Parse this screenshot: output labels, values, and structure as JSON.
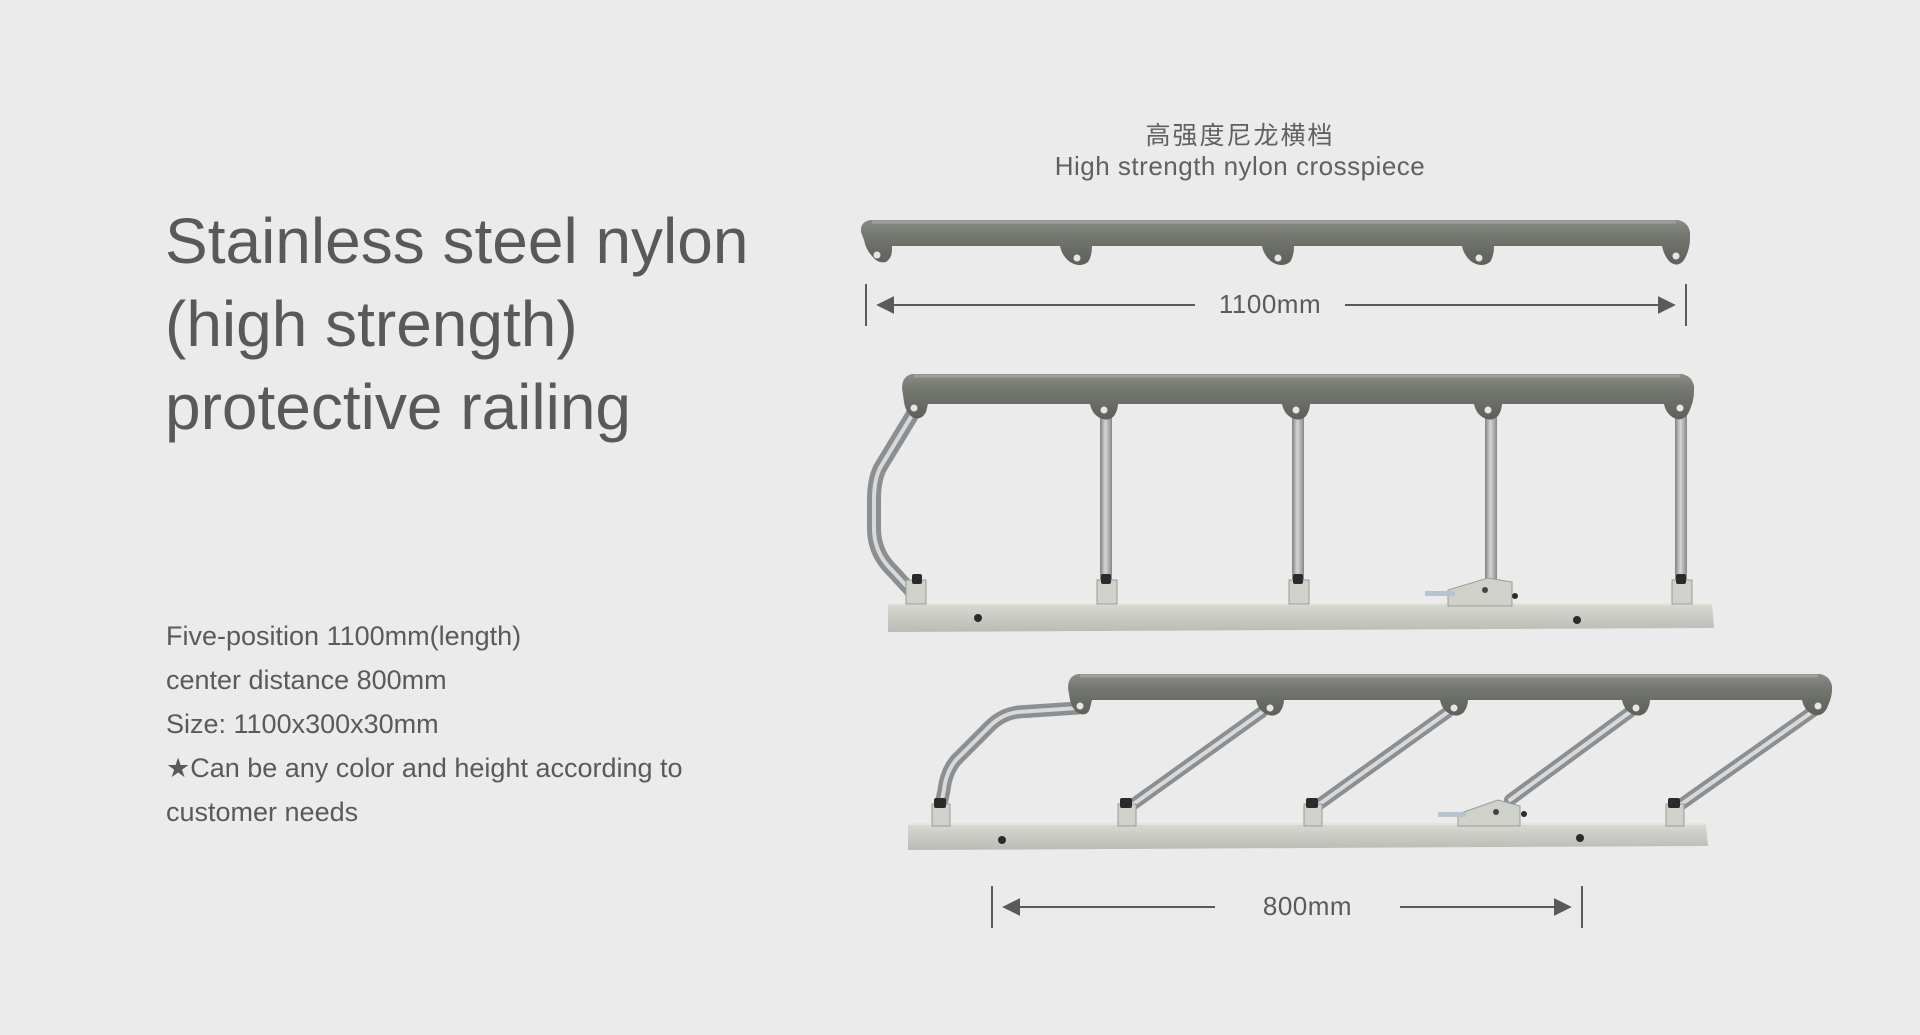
{
  "headline": {
    "line1": "Stainless steel nylon",
    "line2": "(high strength)",
    "line3": "protective railing"
  },
  "specs": [
    "Five-position 1100mm(length)",
    "center distance 800mm",
    "Size: 1100x300x30mm",
    "★Can be any color and height according to",
    "customer needs"
  ],
  "crosspiece": {
    "label_cn": "高强度尼龙横档",
    "label_en": "High strength nylon crosspiece"
  },
  "dimensions": {
    "length": "1100mm",
    "center_distance": "800mm"
  },
  "colors": {
    "background": "#ebebeb",
    "rail_nylon": "#6f726b",
    "steel_tube": "#a3a6a8",
    "base_bar": "#c9cbc4",
    "text": "#59595b"
  }
}
